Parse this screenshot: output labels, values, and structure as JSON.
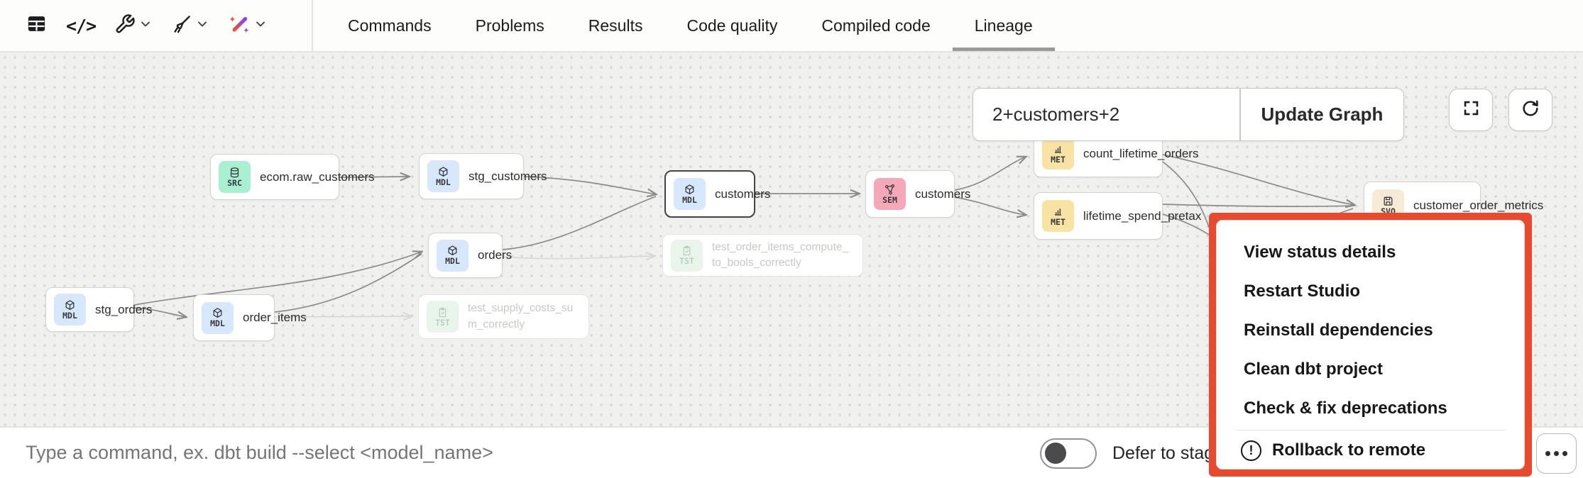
{
  "topbar": {
    "code_glyph": "</>",
    "tabs": [
      "Commands",
      "Problems",
      "Results",
      "Code quality",
      "Compiled code",
      "Lineage"
    ],
    "active_tab": "Lineage"
  },
  "lineage": {
    "selector_value": "2+customers+2",
    "update_button_label": "Update Graph",
    "badges": {
      "SRC": {
        "label": "SRC",
        "bg": "#a9efd2"
      },
      "MDL": {
        "label": "MDL",
        "bg": "#d7e7fc"
      },
      "SEM": {
        "label": "SEM",
        "bg": "#f5a9b8"
      },
      "MET": {
        "label": "MET",
        "bg": "#f8e3a4"
      },
      "SVQ": {
        "label": "SVQ",
        "bg": "#f7ead6"
      },
      "TST": {
        "label": "TST",
        "bg": "#e9f5ea"
      }
    },
    "nodes": [
      {
        "id": "ecom-raw-customers",
        "label": "ecom.raw_customers",
        "type": "SRC"
      },
      {
        "id": "stg-customers",
        "label": "stg_customers",
        "type": "MDL"
      },
      {
        "id": "stg-orders",
        "label": "stg_orders",
        "type": "MDL"
      },
      {
        "id": "order-items",
        "label": "order_items",
        "type": "MDL"
      },
      {
        "id": "orders",
        "label": "orders",
        "type": "MDL"
      },
      {
        "id": "customers-model",
        "label": "customers",
        "type": "MDL",
        "selected": true
      },
      {
        "id": "customers-semantic",
        "label": "customers",
        "type": "SEM"
      },
      {
        "id": "count-lifetime-orders",
        "label": "count_lifetime_orders",
        "type": "MET"
      },
      {
        "id": "lifetime-spend-pretax",
        "label": "lifetime_spend_pretax",
        "type": "MET"
      },
      {
        "id": "customer-order-metrics",
        "label": "customer_order_metrics",
        "type": "SVQ"
      },
      {
        "id": "test-order-items-compute-to-bools-correctly",
        "label": "test_order_items_compute_to_bools_correctly",
        "type": "TST",
        "faded": true
      },
      {
        "id": "test-supply-costs-sum-correctly",
        "label": "test_supply_costs_sum_correctly",
        "type": "TST",
        "faded": true
      }
    ]
  },
  "context_menu": {
    "highlight_border_color": "#E84A2D",
    "items": [
      "View status details",
      "Restart Studio",
      "Reinstall dependencies",
      "Clean dbt project",
      "Check & fix deprecations"
    ],
    "footer_item": "Rollback to remote"
  },
  "command_bar": {
    "placeholder": "Type a command, ex. dbt build --select <model_name>",
    "defer_label": "Defer to staging"
  }
}
